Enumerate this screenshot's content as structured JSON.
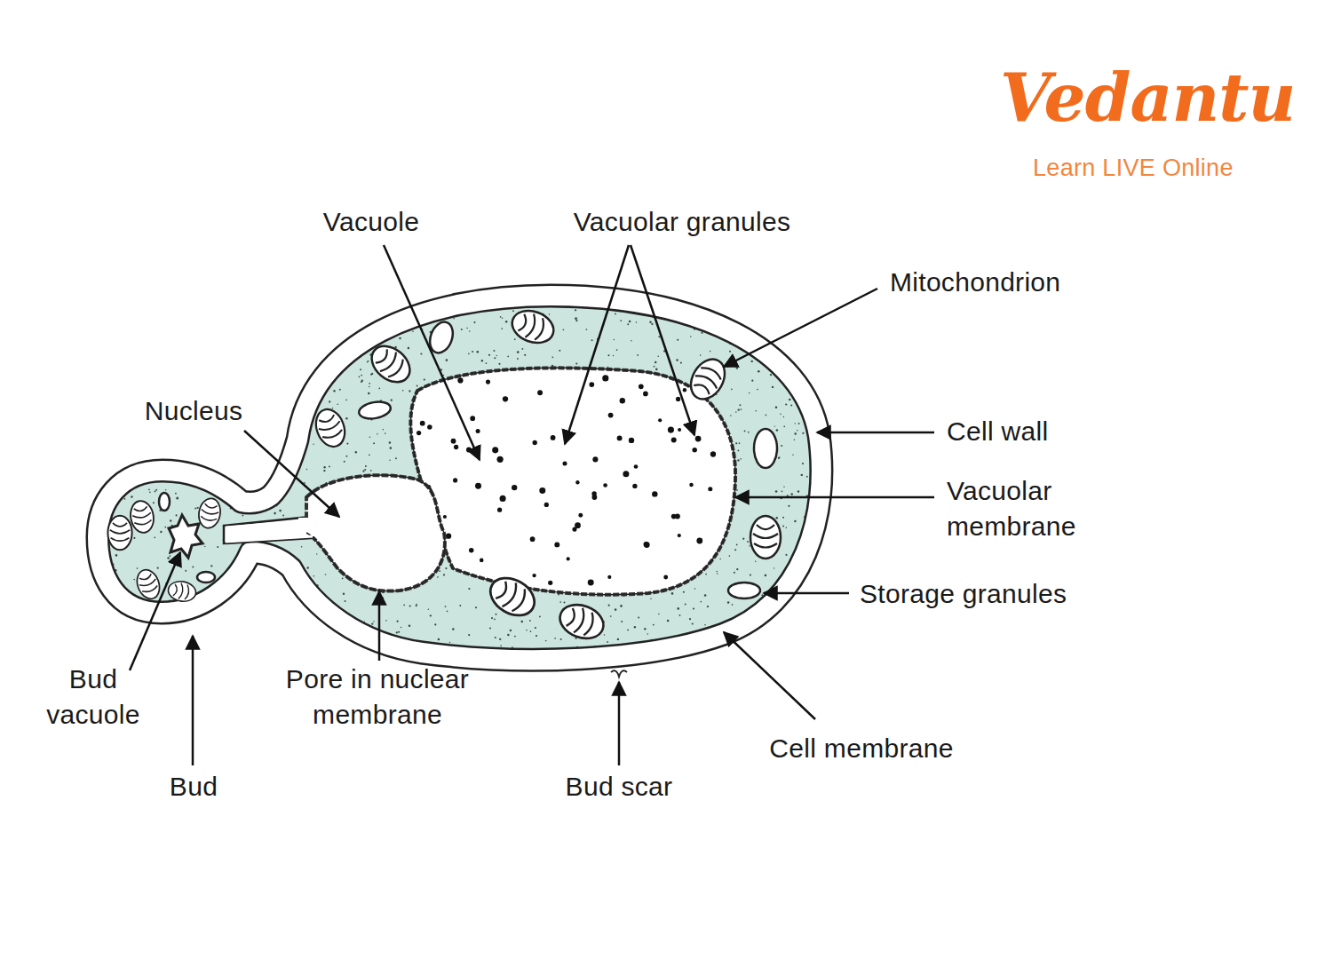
{
  "diagram": {
    "labels": [
      "Vacuole",
      "Vacuolar granules",
      "Mitochondrion",
      "Nucleus",
      "Cell wall",
      "Vacuolar membrane",
      "Storage granules",
      "Bud vacuole",
      "Bud",
      "Pore in nuclear membrane",
      "Bud scar",
      "Cell membrane",
      "Vedantu",
      "Learn LIVE Online"
    ]
  }
}
